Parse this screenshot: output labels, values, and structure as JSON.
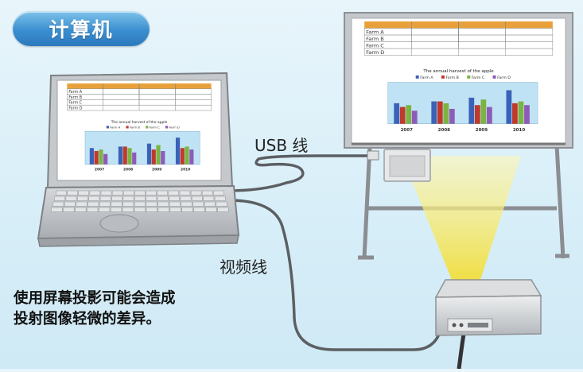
{
  "badge": {
    "label": "计算机"
  },
  "labels": {
    "usb": "USB 线",
    "video": "视频线"
  },
  "note": {
    "line1": "使用屏幕投影可能会造成",
    "line2": "投射图像轻微的差异。"
  },
  "screen_content": {
    "chart_title": "The annual harvest of the apple",
    "legend": [
      "Farm A",
      "Farm B",
      "Farm C",
      "Farm D"
    ],
    "years": [
      "2007",
      "2008",
      "2009",
      "2010"
    ],
    "table_rows": [
      "Farm A",
      "Farm B",
      "Farm C",
      "Farm D"
    ],
    "series_colors": [
      "#3b62b8",
      "#c0392b",
      "#7cb342",
      "#8e5bb8"
    ]
  },
  "colors": {
    "badge": "#3a8fd0",
    "beam": "#f5e76a",
    "cable": "#6d6f72"
  }
}
